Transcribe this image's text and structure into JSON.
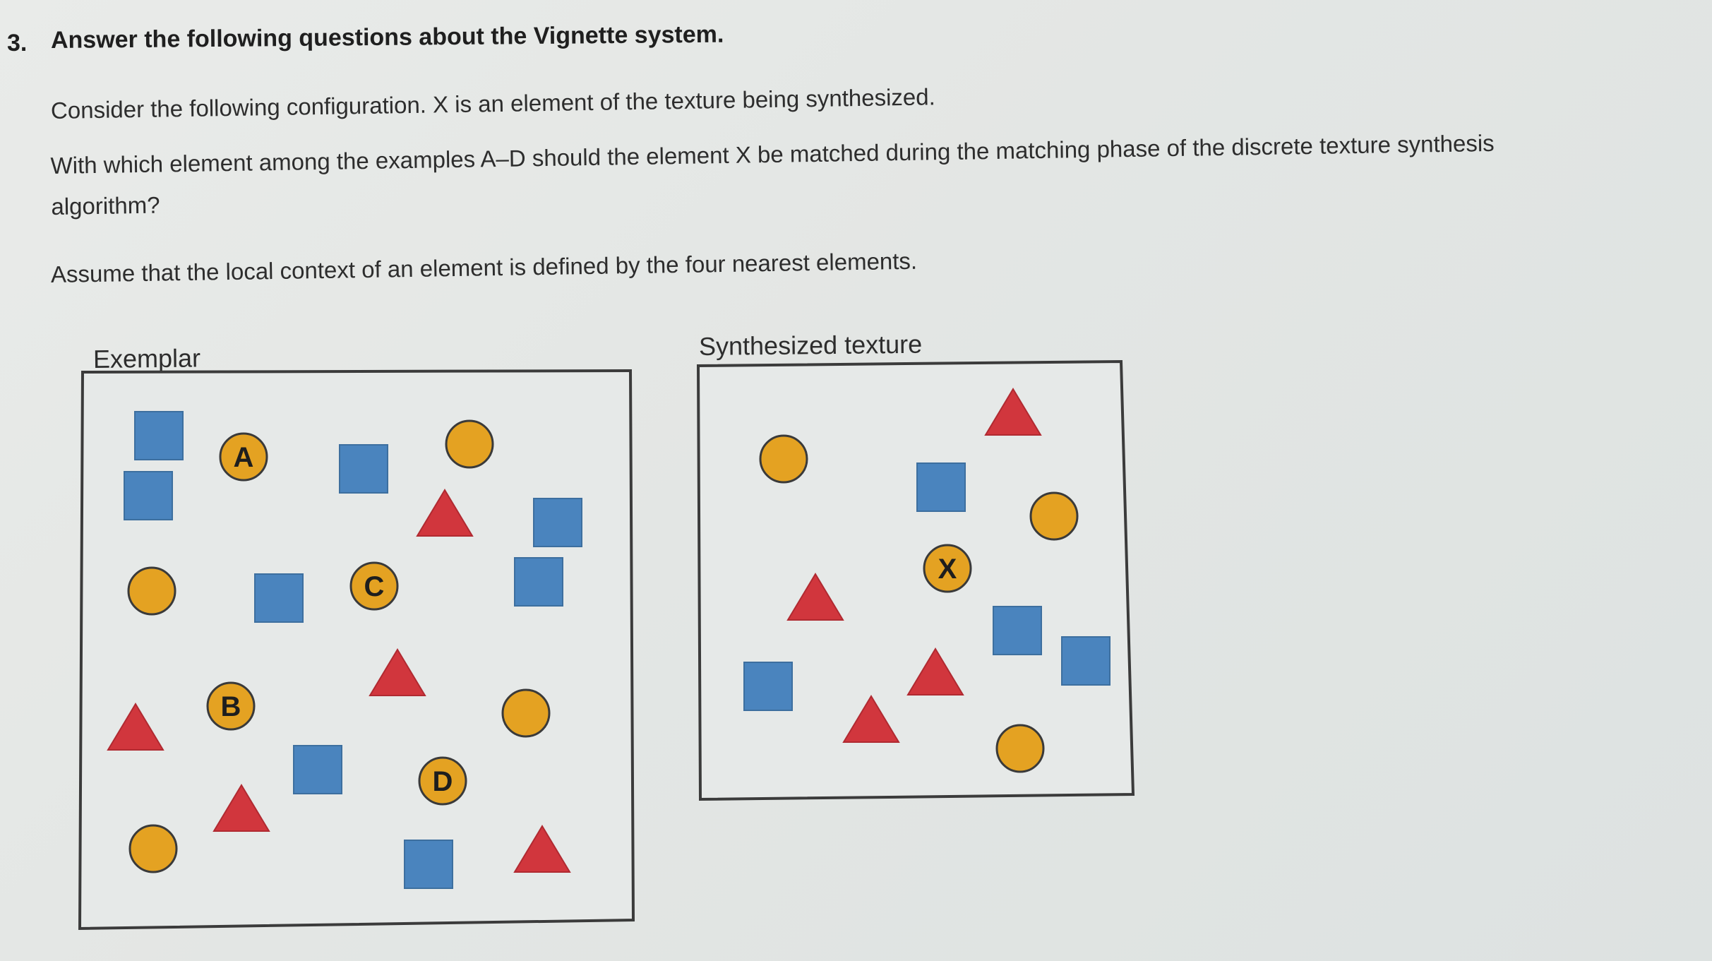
{
  "question": {
    "number": "3.",
    "title": "Answer the following questions about the Vignette system."
  },
  "paragraphs": {
    "p1": "Consider the following configuration. X is an element of the texture being synthesized.",
    "p2": "With which element among the examples A–D should the element X be matched during the matching phase of the discrete texture synthesis algorithm?",
    "p3": "Assume that the local context of an element is defined by the four nearest elements."
  },
  "colors": {
    "square": "#4a84be",
    "circle": "#e4a222",
    "triangle": "#d1363d",
    "outline": "#3a3a3a",
    "frame": "#3b3b3b",
    "panel_bg": "#e6e9e8"
  },
  "exemplar": {
    "label": "Exemplar",
    "elements": [
      {
        "shape": "square",
        "label": ""
      },
      {
        "shape": "square",
        "label": ""
      },
      {
        "shape": "circle",
        "label": "A"
      },
      {
        "shape": "square",
        "label": ""
      },
      {
        "shape": "circle",
        "label": ""
      },
      {
        "shape": "triangle",
        "label": ""
      },
      {
        "shape": "square",
        "label": ""
      },
      {
        "shape": "circle",
        "label": ""
      },
      {
        "shape": "square",
        "label": ""
      },
      {
        "shape": "circle",
        "label": "C"
      },
      {
        "shape": "square",
        "label": ""
      },
      {
        "shape": "triangle",
        "label": ""
      },
      {
        "shape": "circle",
        "label": "B"
      },
      {
        "shape": "triangle",
        "label": ""
      },
      {
        "shape": "circle",
        "label": ""
      },
      {
        "shape": "square",
        "label": ""
      },
      {
        "shape": "circle",
        "label": "D"
      },
      {
        "shape": "triangle",
        "label": ""
      },
      {
        "shape": "circle",
        "label": ""
      },
      {
        "shape": "square",
        "label": ""
      },
      {
        "shape": "triangle",
        "label": ""
      }
    ]
  },
  "synthesized": {
    "label": "Synthesized texture",
    "elements": [
      {
        "shape": "triangle",
        "label": ""
      },
      {
        "shape": "circle",
        "label": ""
      },
      {
        "shape": "square",
        "label": ""
      },
      {
        "shape": "circle",
        "label": ""
      },
      {
        "shape": "circle",
        "label": "X"
      },
      {
        "shape": "triangle",
        "label": ""
      },
      {
        "shape": "square",
        "label": ""
      },
      {
        "shape": "square",
        "label": ""
      },
      {
        "shape": "triangle",
        "label": ""
      },
      {
        "shape": "square",
        "label": ""
      },
      {
        "shape": "triangle",
        "label": ""
      },
      {
        "shape": "circle",
        "label": ""
      }
    ]
  }
}
